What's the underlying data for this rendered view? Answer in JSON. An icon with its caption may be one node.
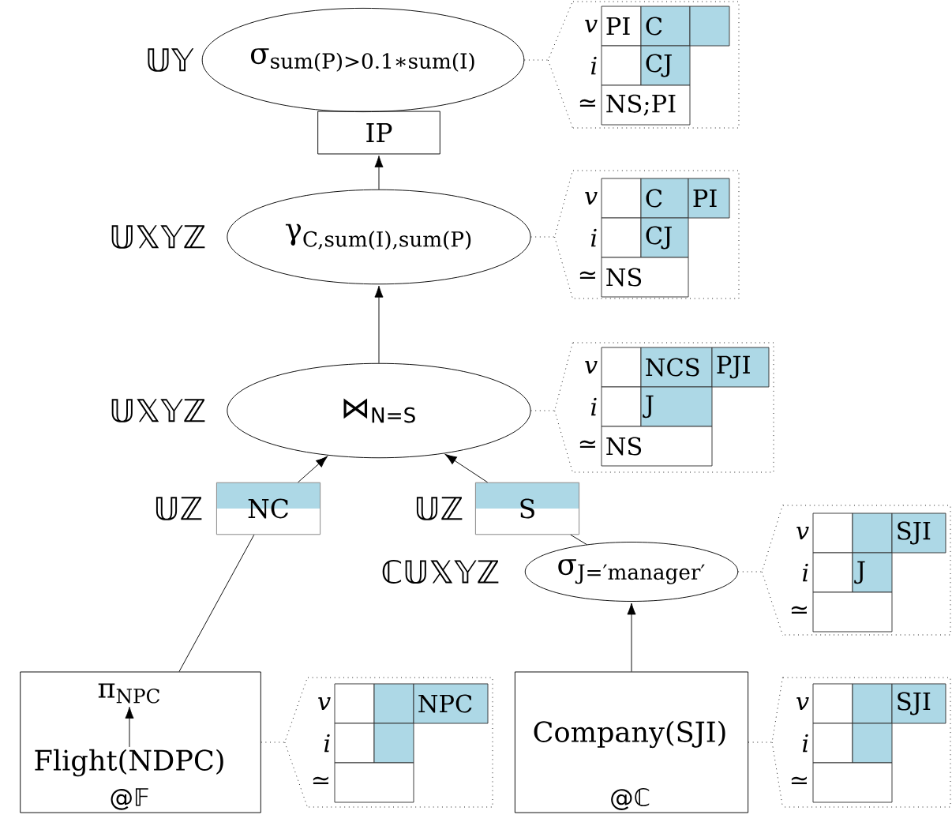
{
  "diagram": {
    "nodes": [
      {
        "text": [
          "\\text{σ}_{\\text{sum(P)>0.1∗sum(I)}}"
        ],
        "beside": [
          "𝕌𝕐"
        ]
      },
      {
        "text": [
          "IP"
        ]
      },
      {
        "text": [
          "\\text{γ}_{\\text{C,sum(I),sum(P)}}"
        ],
        "beside": [
          "𝕌𝕏𝕐ℤ"
        ]
      },
      {
        "text": [
          "\\text{⋈}_{\\text{N=S}}"
        ],
        "beside": [
          "𝕌𝕏𝕐ℤ"
        ]
      },
      {
        "text": [
          "NC"
        ],
        "beside": [
          "𝕌ℤ"
        ]
      },
      {
        "text": [
          "S"
        ],
        "beside": [
          "𝕌ℤ"
        ]
      },
      {
        "text": [
          "\\text{σ}_{\\text{J=′manager′}}"
        ],
        "beside": [
          "ℂ𝕌𝕏𝕐ℤ"
        ]
      },
      {
        "text": [
          "@𝔽"
        ]
      },
      {
        "text": [
          "\\text{π}_{\\text{NPC}}"
        ],
        "in": 7
      },
      {
        "text": [
          "Flight(NDPC)"
        ],
        "in": 7
      },
      {
        "text": [
          "Company(SJI)",
          "@ℂ"
        ]
      },
      {
        "text": [
          "v",
          "PI",
          "C",
          "i",
          "CJ",
          "≃",
          "NS;PI"
        ]
      },
      {
        "text": [
          "v",
          "C",
          "PI",
          "i",
          "CJ",
          "≃",
          "NS"
        ]
      },
      {
        "text": [
          "v",
          "NCS",
          "PJI",
          "i",
          "J",
          "≃",
          "NS"
        ]
      },
      {
        "text": [
          "v",
          "SJI",
          "i",
          "J",
          "≃"
        ]
      },
      {
        "text": [
          "v",
          "NPC",
          "i",
          "≃"
        ]
      },
      {
        "text": [
          "v",
          "SJI",
          "i",
          "≃"
        ]
      }
    ],
    "edges": [
      {
        "from": 2,
        "to": 1,
        "arrow": "to"
      },
      {
        "from": 3,
        "to": 2,
        "arrow": "to"
      },
      {
        "from": 4,
        "to": 3,
        "arrow": "to"
      },
      {
        "from": 5,
        "to": 3,
        "arrow": "to"
      },
      {
        "from": 6,
        "to": 5,
        "arrow": "none"
      },
      {
        "from": 7,
        "to": 4,
        "arrow": "none"
      },
      {
        "from": 10,
        "to": 6,
        "arrow": "to"
      },
      {
        "from": 9,
        "to": 8,
        "arrow": "to"
      },
      {
        "from": 0,
        "to": 11,
        "arrow": "none",
        "style": "dashed"
      },
      {
        "from": 2,
        "to": 12,
        "arrow": "none",
        "style": "dashed"
      },
      {
        "from": 3,
        "to": 13,
        "arrow": "none",
        "style": "dashed"
      },
      {
        "from": 6,
        "to": 14,
        "arrow": "none",
        "style": "dashed"
      },
      {
        "from": 7,
        "to": 15,
        "arrow": "none",
        "style": "dashed"
      },
      {
        "from": 10,
        "to": 16,
        "arrow": "none",
        "style": "dashed"
      }
    ]
  }
}
